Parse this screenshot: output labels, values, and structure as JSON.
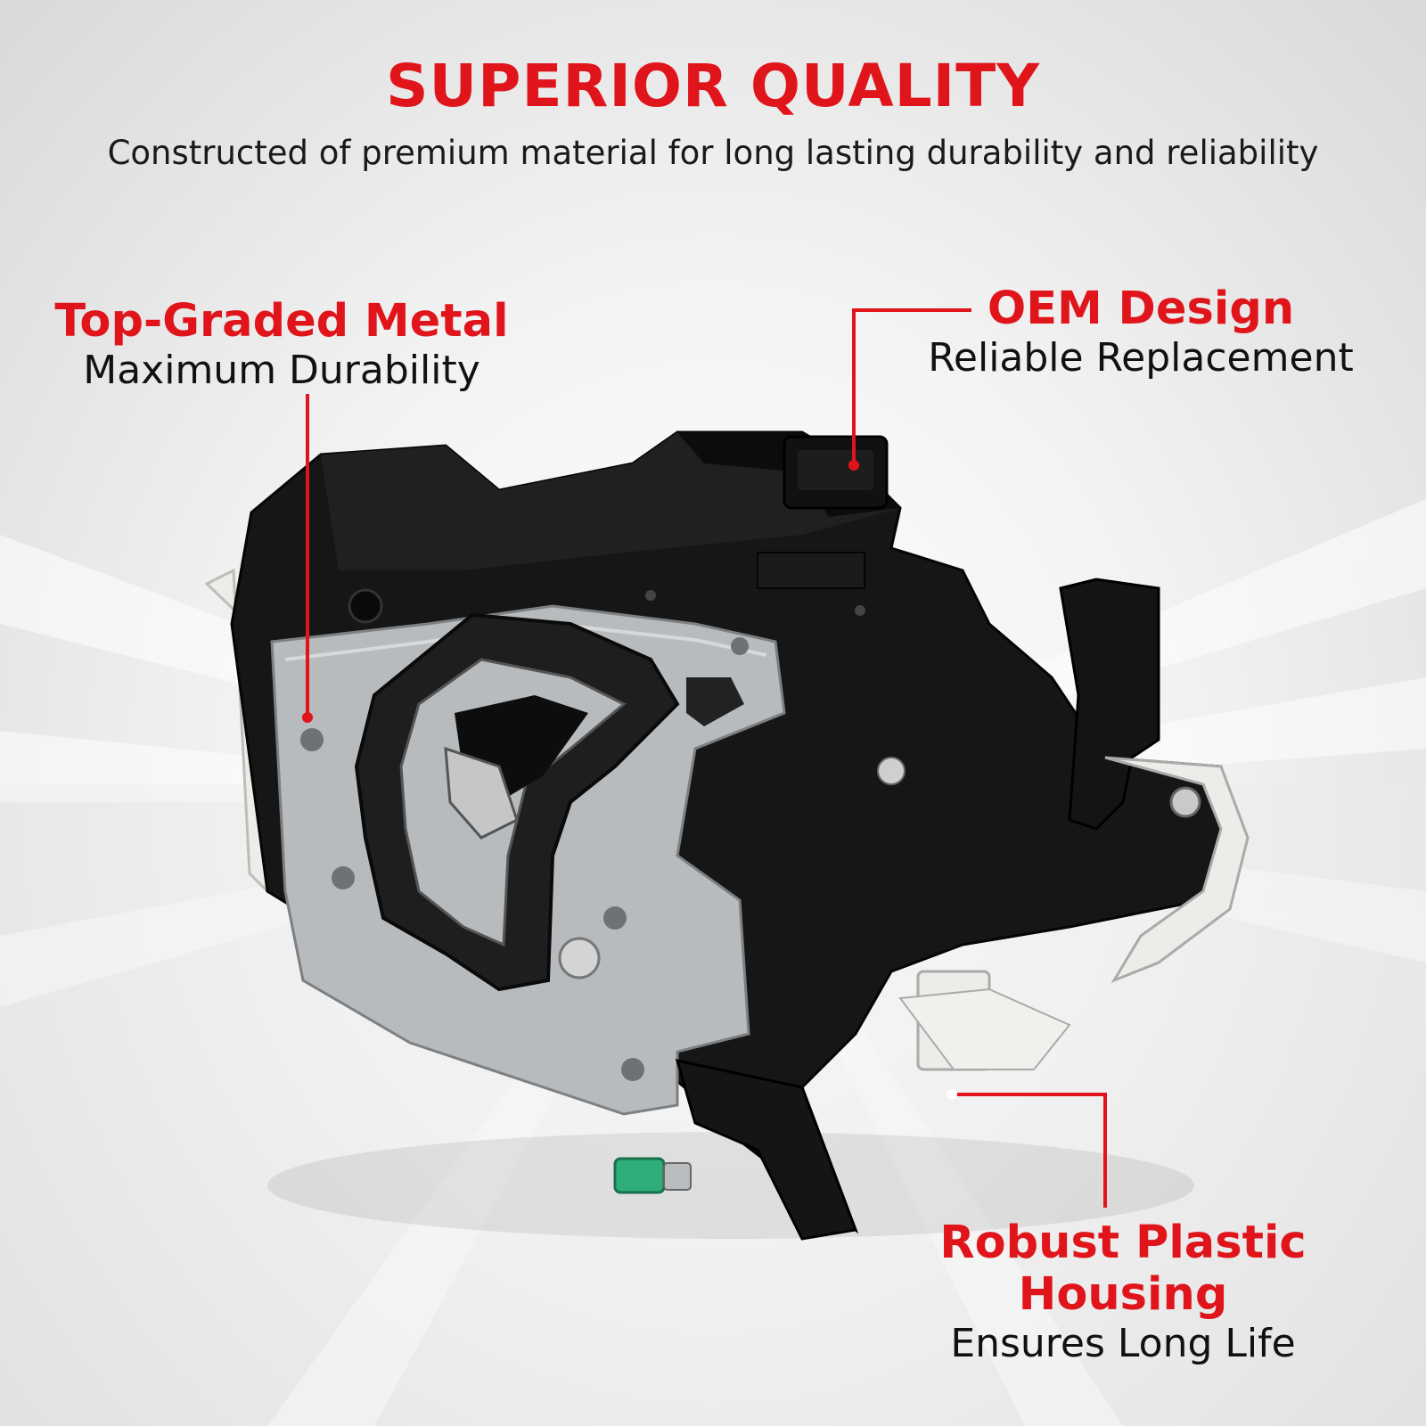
{
  "headline": "SUPERIOR QUALITY",
  "subheadline": "Constructed of premium material for long lasting durability and reliability",
  "callouts": {
    "metal": {
      "title": "Top-Graded Metal",
      "desc": "Maximum Durability"
    },
    "oem": {
      "title": "OEM Design",
      "desc": "Reliable Replacement"
    },
    "plastic": {
      "title_line1": "Robust Plastic",
      "title_line2": "Housing",
      "desc": "Ensures Long Life"
    }
  },
  "colors": {
    "accent": "#e0151b",
    "text": "#1a1a1a",
    "housing": "#141414",
    "metal_plate": "#b9bcbf",
    "foam": "#1f1f1f",
    "white_plastic": "#eeeeea",
    "green_clip": "#2fae7a"
  },
  "icons": [
    "door-lock-actuator-image"
  ]
}
